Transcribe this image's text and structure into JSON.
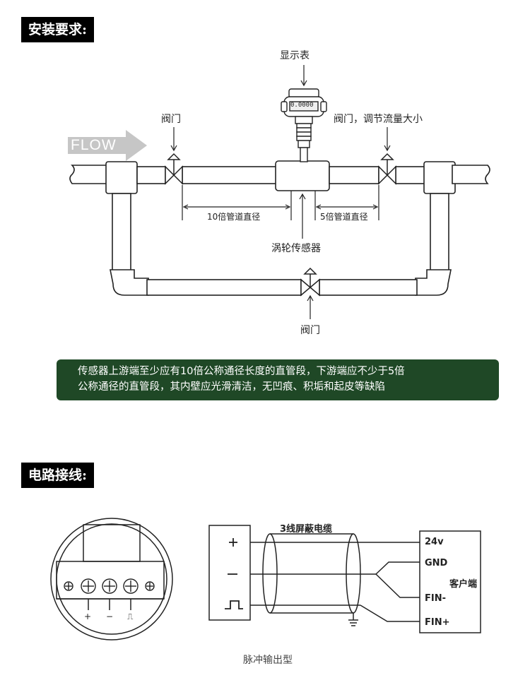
{
  "section1": {
    "title": "安装要求:",
    "labels": {
      "display": "显示表",
      "display_reading": "0.0000",
      "valve_left": "阀门",
      "valve_right": "阀门，调节流量大小",
      "flow": "FLOW",
      "upstream": "10倍管道直径",
      "downstream": "5倍管道直径",
      "sensor": "涡轮传感器",
      "valve_bottom": "阀门"
    },
    "note_lines": [
      "传感器上游端至少应有10倍公称通径长度的直管段，下游端应不少于5倍",
      "公称通径的直管段，其内壁应光滑清洁，无凹痕、积垢和起皮等缺陷"
    ],
    "note_color": "#1f4826"
  },
  "section2": {
    "title": "电路接线:",
    "terminal_marks": [
      "+",
      "−",
      "⎍"
    ],
    "cable_label": "3线屏蔽电缆",
    "customer_terminals": [
      "24v",
      "GND",
      "FIN-",
      "FIN+"
    ],
    "customer_label": "客户端",
    "caption": "脉冲输出型"
  }
}
